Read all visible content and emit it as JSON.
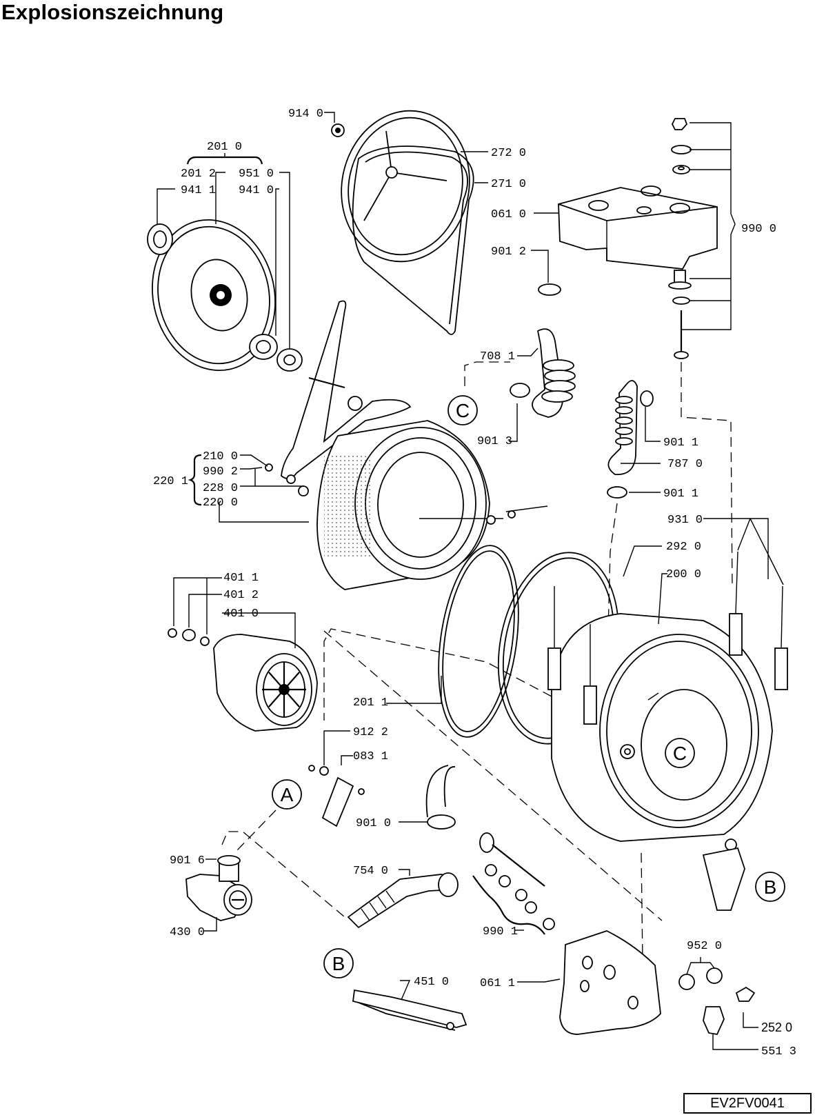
{
  "title": "Explosionszeichnung",
  "drawing_code": "EV2FV0041",
  "callouts": {
    "A": "A",
    "B": "B",
    "C": "C"
  },
  "labels": {
    "p9140": "914 0",
    "p2010": "201 0",
    "p2012": "201 2",
    "p9510": "951 0",
    "p9411": "941 1",
    "p9410": "941 0",
    "p2720": "272 0",
    "p2710": "271 0",
    "p0610": "061 0",
    "p9012": "901 2",
    "p9900": "990 0",
    "p7081": "708 1",
    "p9013": "901 3",
    "p2100": "210 0",
    "p9902": "990 2",
    "p2201": "220 1",
    "p2280": "228 0",
    "p2200": "220 0",
    "p9011a": "901 1",
    "p7870": "787 0",
    "p9011b": "901 1",
    "p9310": "931 0",
    "p2920": "292 0",
    "p2000": "200 0",
    "p4011": "401 1",
    "p4012": "401 2",
    "p4010": "401 0",
    "p2011": "201 1",
    "p9122": "912 2",
    "p0831": "083 1",
    "p9010": "901 0",
    "p9016": "901 6",
    "p4300": "430 0",
    "p7540": "754 0",
    "p9901": "990 1",
    "p9520": "952 0",
    "p4510": "451 0",
    "p0611": "061 1",
    "p2520": "252 0",
    "p5513": "551 3"
  }
}
